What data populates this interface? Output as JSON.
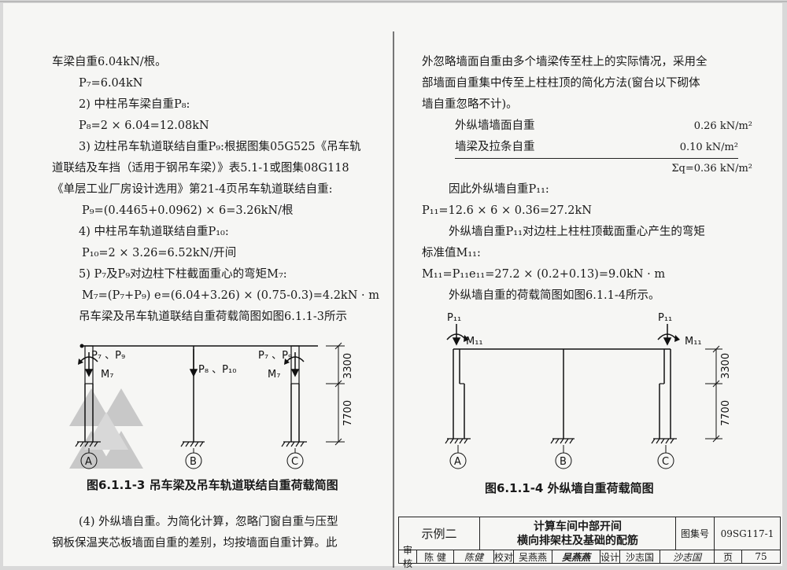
{
  "left_text": [
    "车梁自重6.04kN/根。",
    "P₇=6.04kN",
    "2) 中柱吊车梁自重P₈:",
    "P₈=2 × 6.04=12.08kN",
    "3) 边柱吊车轨道联结自重P₉:根据图集05G525《吊车轨",
    "道联结及车挡（适用于钢吊车梁）》表5.1-1或图集08G118",
    "《单层工业厂房设计选用》第21-4页吊车轨道联结自重:",
    "P₉=(0.4465+0.0962) × 6=3.26kN/根",
    "4) 中柱吊车轨道联结自重P₁₀:",
    "P₁₀=2 × 3.26=6.52kN/开间",
    "5) P₇及P₉对边柱下柱截面重心的弯矩M₇:",
    "M₇=(P₇+P₉) e=(6.04+3.26) × (0.75-0.3)=4.2kN · m",
    "吊车梁及吊车轨道联结自重荷载简图如图6.1.1-3所示"
  ],
  "left_bottom": [
    "(4) 外纵墙自重。为简化计算，忽略门窗自重与压型",
    "钢板保温夹芯板墙面自重的差别，均按墙面自重计算。此"
  ],
  "right_text": [
    "外忽略墙面自重由多个墙梁传至柱上的实际情况，采用全",
    "部墙面自重集中传至上柱柱顶的简化方法(窗台以下砌体",
    "墙自重忽略不计)。"
  ],
  "loads": [
    {
      "label": "外纵墙墙面自重",
      "value": "0.26 kN/m²"
    },
    {
      "label": "墙梁及拉条自重",
      "value": "0.10 kN/m²"
    }
  ],
  "load_sum": "Σq=0.36 kN/m²",
  "right_text2": [
    "因此外纵墙自重P₁₁:",
    "P₁₁=12.6 × 6 × 0.36=27.2kN",
    "外纵墙自重P₁₁对边柱上柱柱顶截面重心产生的弯矩",
    "标准值M₁₁:",
    "M₁₁=P₁₁e₁₁=27.2 × (0.2+0.13)=9.0kN · m",
    "外纵墙自重的荷载简图如图6.1.1-4所示。"
  ],
  "fig1": {
    "caption": "图6.1.1-3  吊车梁及吊车轨道联结自重荷载简图",
    "load_a": "P₇ 、P₉",
    "moment_a": "M₇",
    "load_b": "P₈ 、P₁₀",
    "load_c": "P₇ 、P₉",
    "moment_c": "M₇",
    "dim_top": "3300",
    "dim_bottom": "7700",
    "axes": [
      "A",
      "B",
      "C"
    ]
  },
  "fig2": {
    "caption": "图6.1.1-4  外纵墙自重荷载简图",
    "load_a": "P₁₁",
    "moment_a": "M₁₁",
    "load_c": "P₁₁",
    "moment_c": "M₁₁",
    "dim_top": "3300",
    "dim_bottom": "7700",
    "axes": [
      "A",
      "B",
      "C"
    ]
  },
  "title_block": {
    "example": "示例二",
    "title_line1": "计算车间中部开间",
    "title_line2": "横向排架柱及基础的配筋",
    "atlas_label": "图集号",
    "atlas_no": "09SG117-1",
    "review_label": "审核",
    "reviewer": "陈  健",
    "reviewer_sign": "陈健",
    "check_label": "校对",
    "checker": "吴燕燕",
    "checker_sign": "吴燕燕",
    "design_label": "设计",
    "designer": "沙志国",
    "designer_sign": "沙志国",
    "page_label": "页",
    "page_no": "75"
  }
}
